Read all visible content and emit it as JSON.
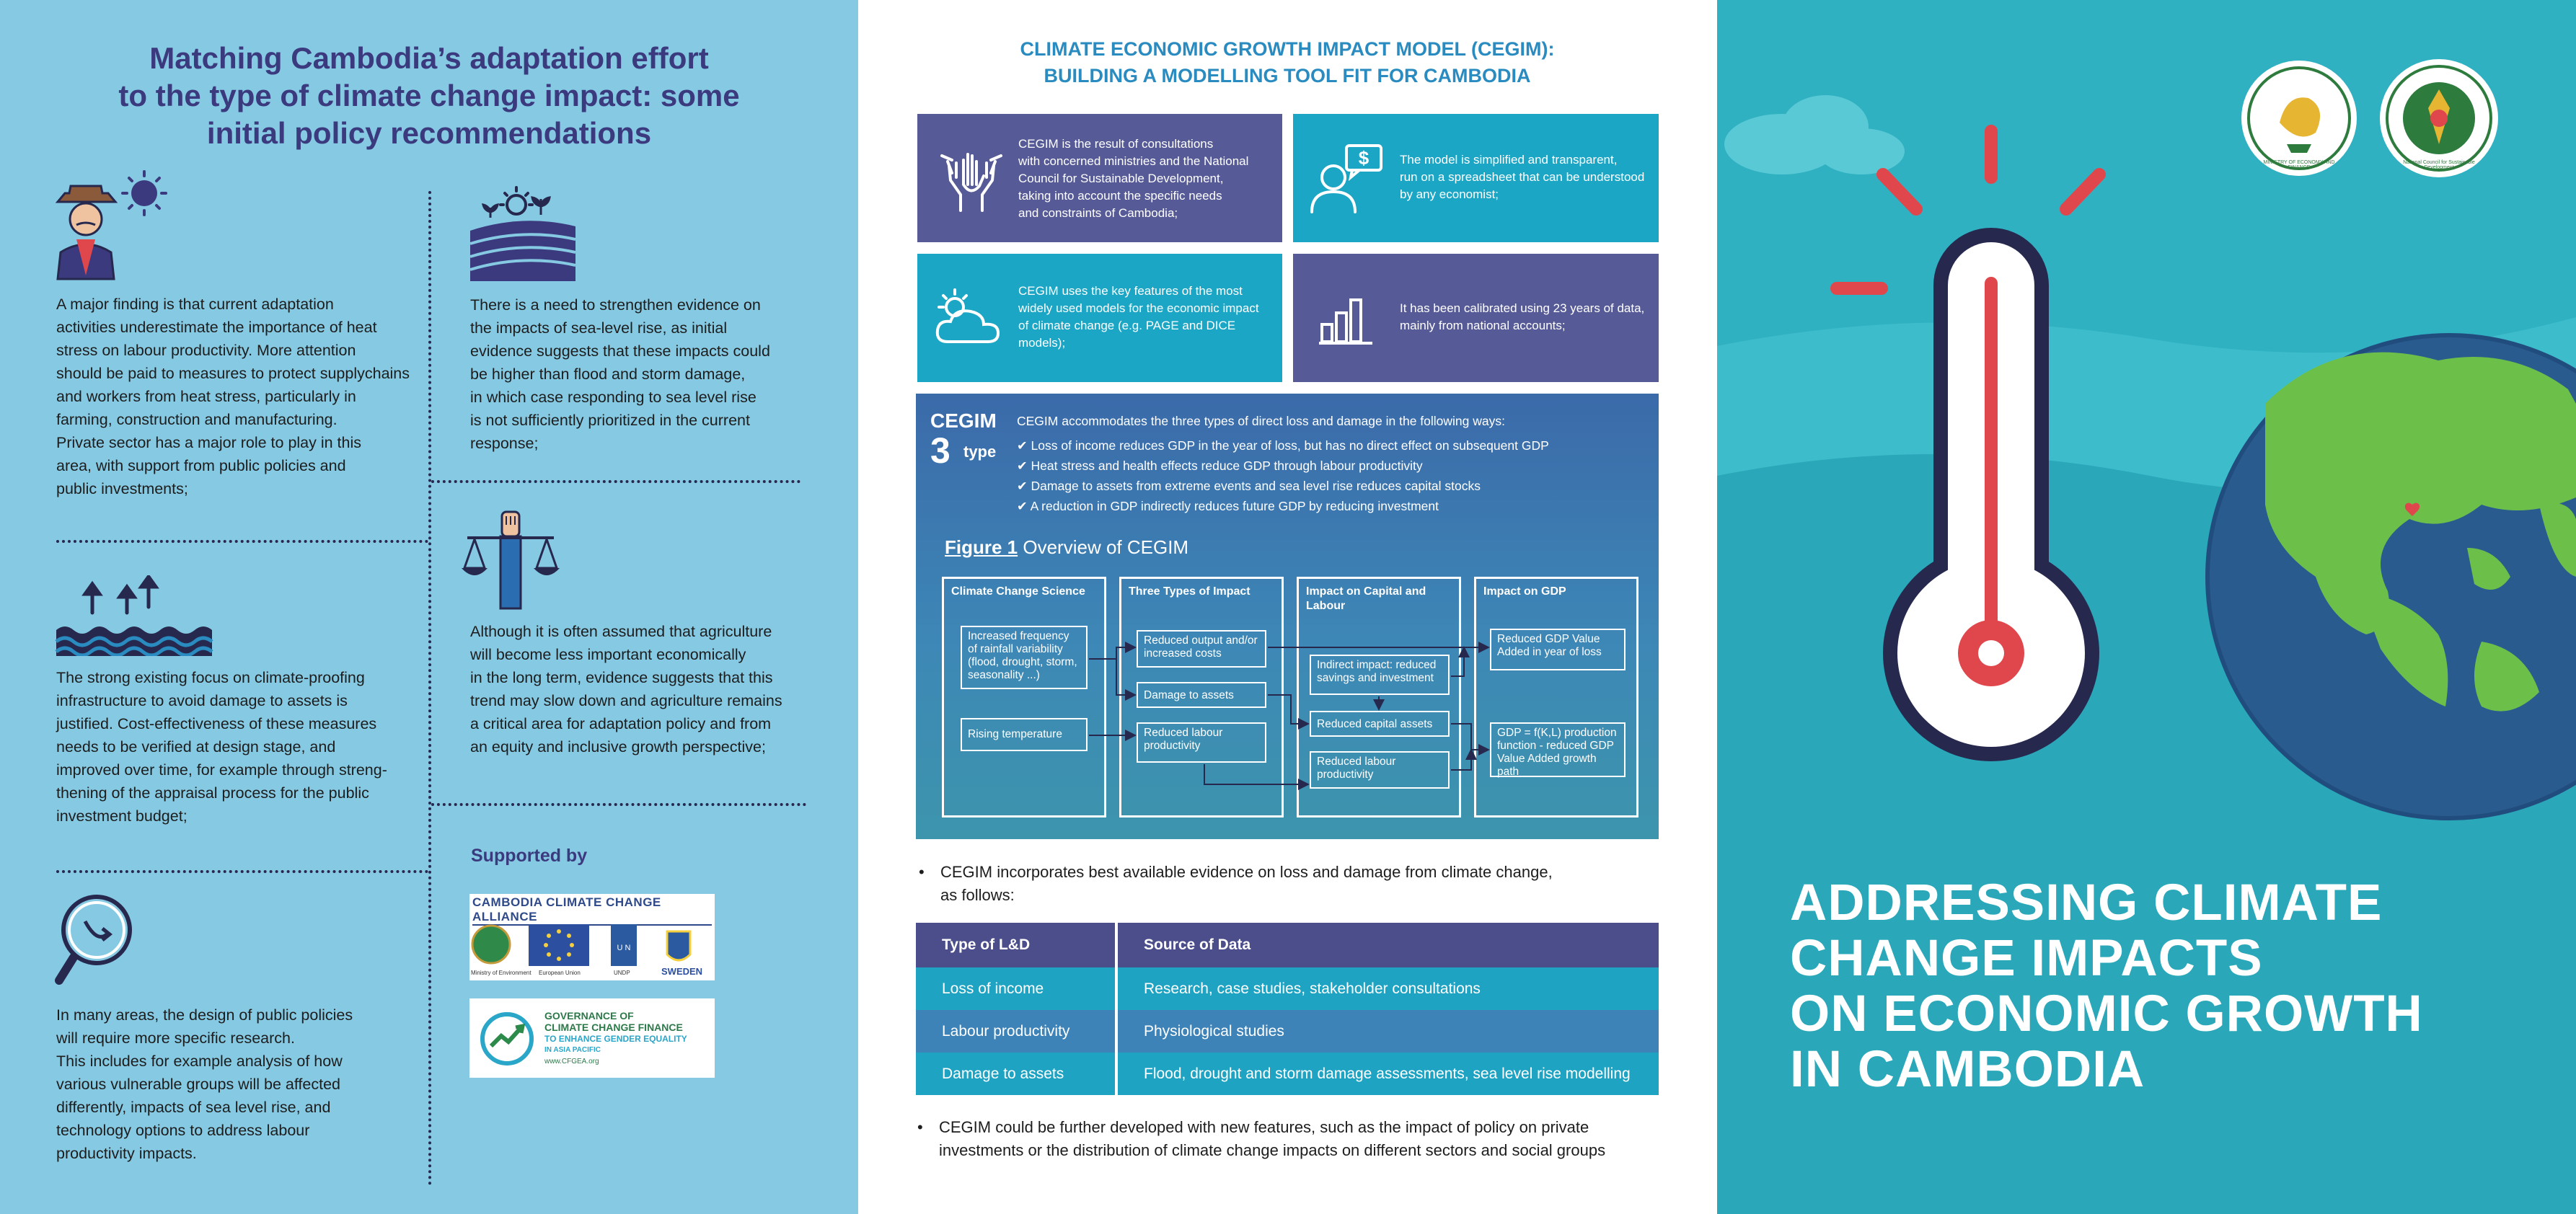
{
  "left": {
    "title_lines": [
      "Matching Cambodia’s adaptation effort",
      "to the type of climate change impact: some",
      "initial policy recommendations"
    ],
    "sections": {
      "heat": [
        "A major finding is that current adaptation",
        "activities underestimate the importance of heat",
        "stress on labour productivity. More attention",
        "should be paid to measures to protect supplychains",
        "and workers from heat stress, particularly in",
        "farming, construction and manufacturing.",
        "Private sector has a major role to play in this",
        "area, with support from public policies and",
        "public investments;"
      ],
      "sea": [
        "There is a need to strengthen evidence on",
        "the impacts of sea-level rise, as initial",
        "evidence suggests that these impacts could",
        "be higher than flood and storm damage,",
        "in which case responding to sea level rise",
        "is not sufficiently prioritized in the current",
        "response;"
      ],
      "flood": [
        "The strong existing focus on climate-proofing",
        "infrastructure to avoid damage to assets is",
        "justified. Cost-effectiveness of these measures",
        "needs to be verified at design stage, and",
        "improved over time, for example through streng-",
        "thening of the appraisal process for the public",
        "investment budget;"
      ],
      "agri": [
        "Although it is often assumed that agriculture",
        "will become less important economically",
        "in the long term, evidence suggests that this",
        "trend may slow down and agriculture remains",
        "a critical area for adaptation policy and from",
        "an equity and inclusive growth perspective;"
      ],
      "policy": [
        "In many areas, the design of public policies",
        "will require more specific research.",
        "This includes for example analysis of how",
        "various vulnerable groups will be affected",
        "differently, impacts of sea level rise, and",
        "technology options to address labour",
        "productivity impacts."
      ]
    },
    "supported_by": "Supported by",
    "logo1": {
      "header": "CAMBODIA CLIMATE CHANGE ALLIANCE",
      "labels": [
        "Ministry of Environment",
        "European Union",
        "UNDP",
        "SWEDEN"
      ]
    },
    "logo2": {
      "lines": [
        "GOVERNANCE OF",
        "CLIMATE CHANGE FINANCE",
        "TO ENHANCE GENDER EQUALITY",
        "IN ASIA PACIFIC",
        "www.CFGEA.org"
      ]
    }
  },
  "mid": {
    "title_lines": [
      "CLIMATE ECONOMIC GROWTH IMPACT MODEL (CEGIM):",
      "BUILDING A MODELLING TOOL FIT FOR CAMBODIA"
    ],
    "box1": [
      "CEGIM is the result of consultations",
      "with concerned ministries and the National",
      "Council for Sustainable Development,",
      "taking into account the specific needs",
      "and constraints of Cambodia;"
    ],
    "box2": [
      "The model is simplified and transparent,",
      "run on a spreadsheet that can be understood",
      "by any economist;"
    ],
    "box3": [
      "CEGIM uses the key features of the most",
      "widely used models for the economic impact",
      "of climate change (e.g. PAGE and DICE",
      "models);"
    ],
    "box4": [
      "It has been calibrated using 23 years of data,",
      "mainly from national accounts;"
    ],
    "cegim_label": "CEGIM",
    "cegim_num": "3",
    "cegim_type": "type",
    "cegim_intro": "CEGIM accommodates the three types of direct loss and damage in the following ways:",
    "cegim_points": [
      "Loss of income reduces GDP in the year of loss, but has no direct effect on subsequent GDP",
      "Heat stress and health effects reduce GDP through labour productivity",
      "Damage to assets from extreme events and sea level rise reduces capital stocks",
      "A reduction in GDP indirectly reduces future GDP by reducing investment"
    ],
    "figure_label": "Figure 1",
    "figure_title": " Overview of CEGIM",
    "columns": [
      "Climate Change Science",
      "Three Types of Impact",
      "Impact on Capital and Labour",
      "Impact on GDP"
    ],
    "fig_boxes": {
      "c1a": "Increased frequency of rainfall variability (flood, drought, storm, seasonality ...)",
      "c1b": "Rising temperature",
      "c2a": "Reduced output and/or increased costs",
      "c2b": "Damage to assets",
      "c2c": "Reduced labour productivity",
      "c3a": "Indirect impact: reduced savings and investment",
      "c3b": "Reduced capital assets",
      "c3c": "Reduced labour productivity",
      "c4a": "Reduced GDP Value Added in year of loss",
      "c4b": "GDP = f(K,L) production function - reduced GDP Value Added growth path"
    },
    "bullet1": [
      "CEGIM incorporates best available evidence on loss and damage from climate change,",
      "as follows:"
    ],
    "table": {
      "headers": [
        "Type of L&D",
        "Source of Data"
      ],
      "rows": [
        [
          "Loss of income",
          "Research, case studies, stakeholder consultations"
        ],
        [
          "Labour productivity",
          "Physiological studies"
        ],
        [
          "Damage to assets",
          "Flood, drought and storm damage assessments, sea level rise modelling"
        ]
      ]
    },
    "bullet2": [
      "CEGIM could be further developed with new features, such as the impact of policy on private",
      "investments or the distribution of climate change impacts on different sectors and social groups"
    ]
  },
  "right": {
    "title_lines": [
      "ADDRESSING CLIMATE",
      "CHANGE IMPACTS",
      "ON ECONOMIC GROWTH",
      "IN CAMBODIA"
    ],
    "seal1": "MINISTRY OF ECONOMY AND FINANCE",
    "seal2": "National Council for Sustainable Development"
  },
  "colors": {
    "navy": "#3b3a7e",
    "left_bg": "#86c9e3",
    "right_bg": "#2fb1c2",
    "purple_box": "#565a96",
    "teal_box": "#1ba6c5",
    "red": "#e0474c"
  }
}
